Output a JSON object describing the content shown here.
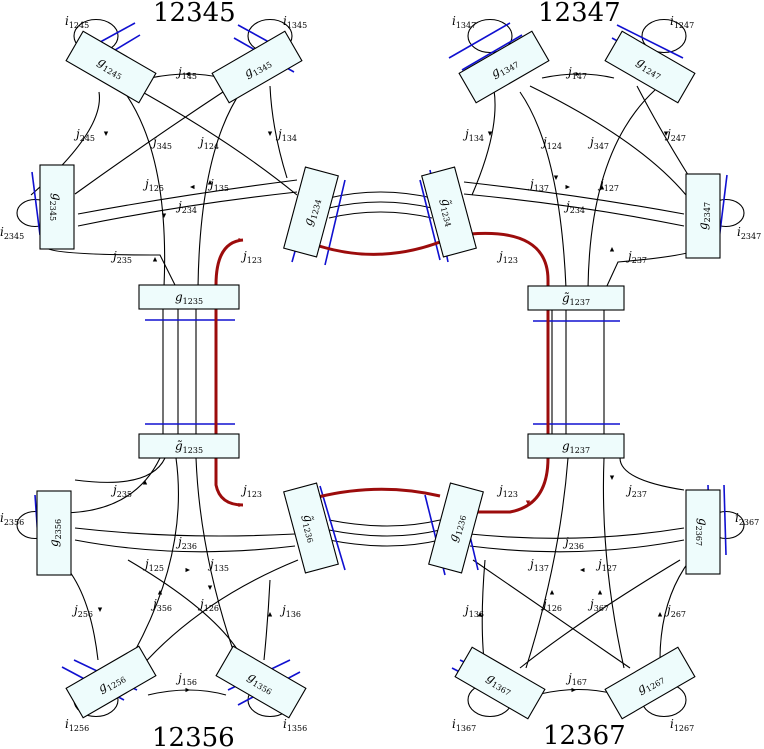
{
  "corner_titles": [
    "12345",
    "12347",
    "12356",
    "12367"
  ],
  "nodes": [
    {
      "base": "g",
      "sub": "1245"
    },
    {
      "base": "g",
      "sub": "1345"
    },
    {
      "base": "g",
      "sub": "1347"
    },
    {
      "base": "g",
      "sub": "1247"
    },
    {
      "base": "g",
      "sub": "2345"
    },
    {
      "base": "g",
      "sub": "1234"
    },
    {
      "base": "g̃",
      "sub": "1234"
    },
    {
      "base": "g",
      "sub": "2347"
    },
    {
      "base": "g",
      "sub": "1235"
    },
    {
      "base": "g̃",
      "sub": "1237"
    },
    {
      "base": "g̃",
      "sub": "1235"
    },
    {
      "base": "g",
      "sub": "1237"
    },
    {
      "base": "g",
      "sub": "2356"
    },
    {
      "base": "g̃",
      "sub": "1236"
    },
    {
      "base": "g",
      "sub": "1236"
    },
    {
      "base": "g",
      "sub": "2367"
    },
    {
      "base": "g",
      "sub": "1256"
    },
    {
      "base": "g",
      "sub": "1356"
    },
    {
      "base": "g",
      "sub": "1367"
    },
    {
      "base": "g",
      "sub": "1267"
    }
  ],
  "labels": [
    {
      "base": "i",
      "sub": "1245"
    },
    {
      "base": "i",
      "sub": "1345"
    },
    {
      "base": "i",
      "sub": "1347"
    },
    {
      "base": "i",
      "sub": "1247"
    },
    {
      "base": "j",
      "sub": "145"
    },
    {
      "base": "j",
      "sub": "147"
    },
    {
      "base": "j",
      "sub": "245"
    },
    {
      "base": "j",
      "sub": "345"
    },
    {
      "base": "j",
      "sub": "124"
    },
    {
      "base": "j",
      "sub": "134"
    },
    {
      "base": "j",
      "sub": "134"
    },
    {
      "base": "j",
      "sub": "124"
    },
    {
      "base": "j",
      "sub": "347"
    },
    {
      "base": "j",
      "sub": "247"
    },
    {
      "base": "j",
      "sub": "125"
    },
    {
      "base": "j",
      "sub": "135"
    },
    {
      "base": "j",
      "sub": "137"
    },
    {
      "base": "j",
      "sub": "127"
    },
    {
      "base": "j",
      "sub": "234"
    },
    {
      "base": "j",
      "sub": "234"
    },
    {
      "base": "i",
      "sub": "2345"
    },
    {
      "base": "i",
      "sub": "2347"
    },
    {
      "base": "j",
      "sub": "235"
    },
    {
      "base": "j",
      "sub": "123"
    },
    {
      "base": "j",
      "sub": "123"
    },
    {
      "base": "j",
      "sub": "237"
    },
    {
      "base": "j",
      "sub": "235"
    },
    {
      "base": "j",
      "sub": "123"
    },
    {
      "base": "j",
      "sub": "123"
    },
    {
      "base": "j",
      "sub": "237"
    },
    {
      "base": "i",
      "sub": "2356"
    },
    {
      "base": "i",
      "sub": "2367"
    },
    {
      "base": "j",
      "sub": "236"
    },
    {
      "base": "j",
      "sub": "236"
    },
    {
      "base": "j",
      "sub": "125"
    },
    {
      "base": "j",
      "sub": "135"
    },
    {
      "base": "j",
      "sub": "137"
    },
    {
      "base": "j",
      "sub": "127"
    },
    {
      "base": "j",
      "sub": "256"
    },
    {
      "base": "j",
      "sub": "356"
    },
    {
      "base": "j",
      "sub": "126"
    },
    {
      "base": "j",
      "sub": "136"
    },
    {
      "base": "j",
      "sub": "136"
    },
    {
      "base": "j",
      "sub": "126"
    },
    {
      "base": "j",
      "sub": "367"
    },
    {
      "base": "j",
      "sub": "267"
    },
    {
      "base": "j",
      "sub": "156"
    },
    {
      "base": "j",
      "sub": "167"
    },
    {
      "base": "i",
      "sub": "1256"
    },
    {
      "base": "i",
      "sub": "1356"
    },
    {
      "base": "i",
      "sub": "1367"
    },
    {
      "base": "i",
      "sub": "1267"
    }
  ]
}
